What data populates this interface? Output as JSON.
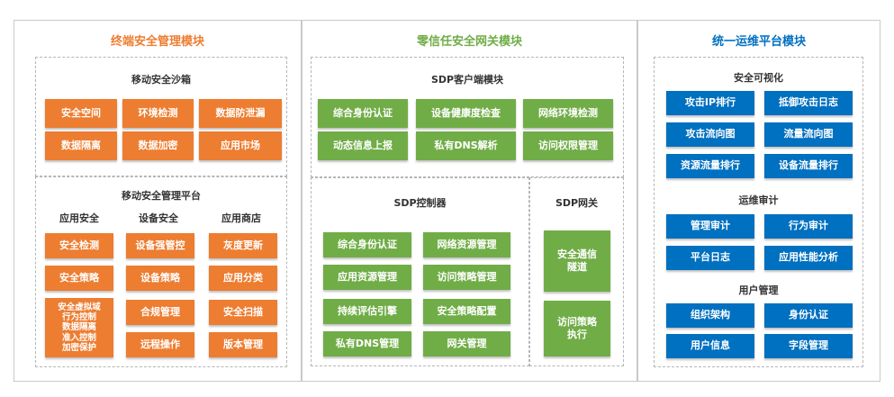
{
  "panel1": {
    "title": "终端安全管理模块",
    "sandbox": {
      "title": "移动安全沙箱",
      "items": [
        "安全空间",
        "环境检测",
        "数据防泄漏",
        "数据隔离",
        "数据加密",
        "应用市场"
      ]
    },
    "platform": {
      "title": "移动安全管理平台",
      "columns": [
        {
          "title": "应用安全",
          "items": [
            "安全检测",
            "安全策略",
            "安全虚拟域\n行为控制\n数据隔离\n准入控制\n加密保护"
          ]
        },
        {
          "title": "设备安全",
          "items": [
            "设备强管控",
            "设备策略",
            "合规管理",
            "远程操作"
          ]
        },
        {
          "title": "应用商店",
          "items": [
            "灰度更新",
            "应用分类",
            "安全扫描",
            "版本管理"
          ]
        }
      ]
    }
  },
  "panel2": {
    "title": "零信任安全网关模块",
    "client": {
      "title": "SDP客户端模块",
      "items": [
        "综合身份认证",
        "设备健康度检查",
        "网络环境检测",
        "动态信息上报",
        "私有DNS解析",
        "访问权限管理"
      ]
    },
    "controller": {
      "title": "SDP控制器",
      "items": [
        "综合身份认证",
        "网络资源管理",
        "应用资源管理",
        "访问策略管理",
        "持续评估引擎",
        "安全策略配置",
        "私有DNS管理",
        "网关管理"
      ]
    },
    "gateway": {
      "title": "SDP网关",
      "items": [
        "安全通信隧道",
        "访问策略执行"
      ]
    }
  },
  "panel3": {
    "title": "统一运维平台模块",
    "sections": [
      {
        "title": "安全可视化",
        "items": [
          "攻击IP排行",
          "抵御攻击日志",
          "攻击流向图",
          "流量流向图",
          "资源流量排行",
          "设备流量排行"
        ]
      },
      {
        "title": "运维审计",
        "items": [
          "管理审计",
          "行为审计",
          "平台日志",
          "应用性能分析"
        ]
      },
      {
        "title": "用户管理",
        "items": [
          "组织架构",
          "身份认证",
          "用户信息",
          "字段管理"
        ]
      }
    ]
  },
  "colors": {
    "orange": "#ed7d31",
    "green": "#70ad47",
    "blue": "#0070c0",
    "title_orange": "#ed7d31",
    "title_green": "#70ad47",
    "title_blue": "#0070c0"
  }
}
